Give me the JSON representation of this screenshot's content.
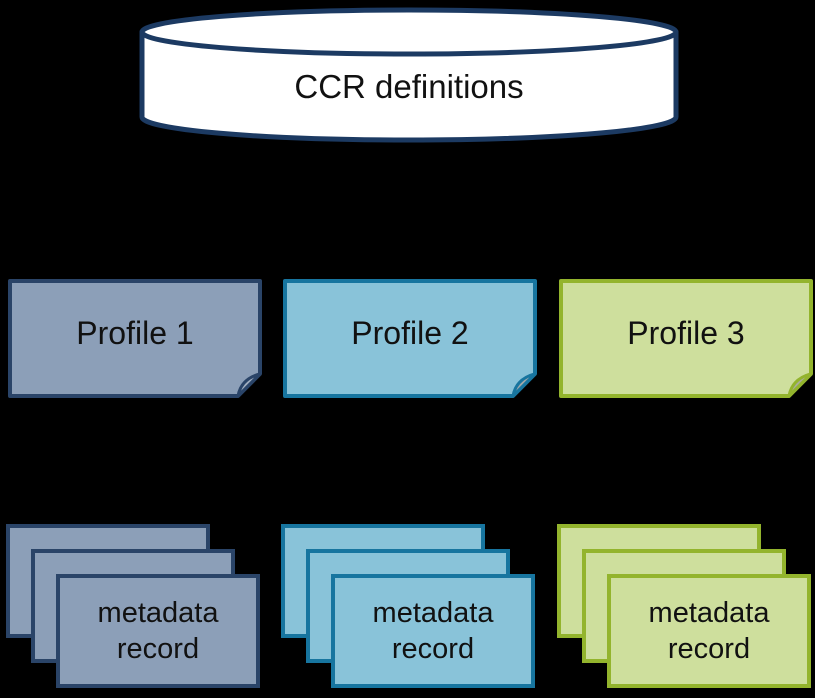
{
  "diagram": {
    "background": "#000000",
    "database": {
      "label": "CCR definitions",
      "fill": "#ffffff",
      "border": "#1c3a62",
      "text_color": "#111111"
    },
    "columns": [
      {
        "id": "profile-1",
        "profile_label": "Profile 1",
        "record_label": "metadata record",
        "record_count": 3,
        "fill": "#8c9fb8",
        "border": "#2a4468",
        "fold_fill": "#9fadbf"
      },
      {
        "id": "profile-2",
        "profile_label": "Profile 2",
        "record_label": "metadata record",
        "record_count": 3,
        "fill": "#89c3d9",
        "border": "#17759f",
        "fold_fill": "#9fa9ab"
      },
      {
        "id": "profile-3",
        "profile_label": "Profile 3",
        "record_label": "metadata record",
        "record_count": 3,
        "fill": "#cedf9d",
        "border": "#93b42d",
        "fold_fill": "#a9ac9b"
      }
    ]
  }
}
